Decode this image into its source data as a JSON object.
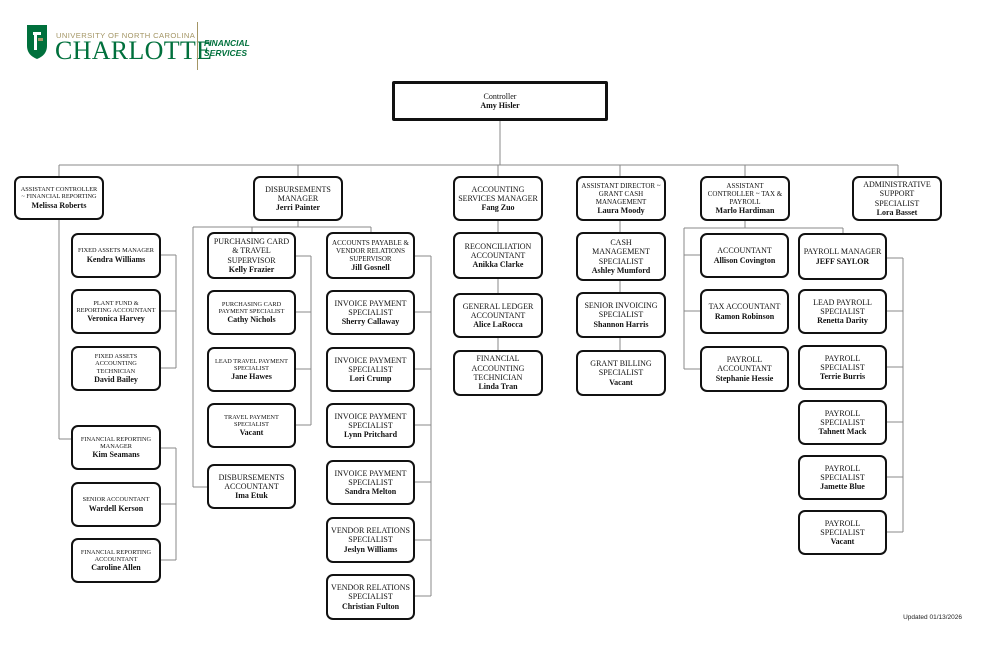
{
  "header": {
    "logo_line1": "UNIVERSITY OF NORTH CAROLINA",
    "logo_line2": "CHARLOTTE",
    "dept_line1": "FINANCIAL",
    "dept_line2": "SERVICES"
  },
  "footer": {
    "updated": "Updated 01/13/2026"
  },
  "boxes": {
    "controller": {
      "title": "Controller",
      "name": "Amy Hisler"
    },
    "ac_financial_reporting": {
      "title": "ASSISTANT CONTROLLER ~ FINANCIAL REPORTING",
      "name": "Melissa Roberts"
    },
    "fixed_assets_manager": {
      "title": "FIXED ASSETS MANAGER",
      "name": "Kendra Williams"
    },
    "plant_fund": {
      "title": "PLANT FUND & REPORTING ACCOUNTANT",
      "name": "Veronica Harvey"
    },
    "fixed_assets_tech": {
      "title": "FIXED ASSETS ACCOUNTING TECHNICIAN",
      "name": "David Bailey"
    },
    "fr_manager": {
      "title": "FINANCIAL REPORTING MANAGER",
      "name": "Kim Seamans"
    },
    "senior_accountant": {
      "title": "SENIOR ACCOUNTANT",
      "name": "Wardell Kerson"
    },
    "fr_accountant": {
      "title": "FINANCIAL REPORTING ACCOUNTANT",
      "name": "Caroline Allen"
    },
    "disbursements_manager": {
      "title": "DISBURSEMENTS MANAGER",
      "name": "Jerri Painter"
    },
    "pcard_travel_supervisor": {
      "title": "PURCHASING CARD & TRAVEL SUPERVISOR",
      "name": "Kelly Frazier"
    },
    "pcard_payment_specialist": {
      "title": "PURCHASING CARD PAYMENT SPECIALIST",
      "name": "Cathy Nichols"
    },
    "lead_travel_payment": {
      "title": "LEAD TRAVEL PAYMENT SPECIALIST",
      "name": "Jane Hawes"
    },
    "travel_payment": {
      "title": "TRAVEL PAYMENT SPECIALIST",
      "name": "Vacant"
    },
    "disbursements_accountant": {
      "title": "DISBURSEMENTS ACCOUNTANT",
      "name": "Ima Etuk"
    },
    "ap_vendor_supervisor": {
      "title": "ACCOUNTS PAYABLE & VENDOR RELATIONS SUPERVISOR",
      "name": "Jill Gosnell"
    },
    "invoice_1": {
      "title": "INVOICE PAYMENT SPECIALIST",
      "name": "Sherry Callaway"
    },
    "invoice_2": {
      "title": "INVOICE PAYMENT SPECIALIST",
      "name": "Lori Crump"
    },
    "invoice_3": {
      "title": "INVOICE PAYMENT SPECIALIST",
      "name": "Lynn Pritchard"
    },
    "invoice_4": {
      "title": "INVOICE PAYMENT SPECIALIST",
      "name": "Sandra Melton"
    },
    "vendor_1": {
      "title": "VENDOR RELATIONS SPECIALIST",
      "name": "Jeslyn Williams"
    },
    "vendor_2": {
      "title": "VENDOR RELATIONS SPECIALIST",
      "name": "Christian Fulton"
    },
    "accounting_services_manager": {
      "title": "ACCOUNTING SERVICES MANAGER",
      "name": "Fang Zuo"
    },
    "reconciliation_accountant": {
      "title": "RECONCILIATION ACCOUNTANT",
      "name": "Anikka Clarke"
    },
    "general_ledger_accountant": {
      "title": "GENERAL LEDGER ACCOUNTANT",
      "name": "Alice LaRocca"
    },
    "financial_accounting_tech": {
      "title": "FINANCIAL ACCOUNTING TECHNICIAN",
      "name": "Linda Tran"
    },
    "ad_grant_cash": {
      "title": "ASSISTANT DIRECTOR ~ GRANT CASH MANAGEMENT",
      "name": "Laura Moody"
    },
    "cash_management_specialist": {
      "title": "CASH MANAGEMENT SPECIALIST",
      "name": "Ashley Mumford"
    },
    "senior_invoicing_specialist": {
      "title": "SENIOR INVOICING SPECIALIST",
      "name": "Shannon Harris"
    },
    "grant_billing_specialist": {
      "title": "GRANT BILLING SPECIALIST",
      "name": "Vacant"
    },
    "ac_tax_payroll": {
      "title": "ASSISTANT CONTROLLER ~ TAX & PAYROLL",
      "name": "Marlo Hardiman"
    },
    "accountant": {
      "title": "ACCOUNTANT",
      "name": "Allison Covington"
    },
    "tax_accountant": {
      "title": "TAX ACCOUNTANT",
      "name": "Ramon Robinson"
    },
    "payroll_accountant": {
      "title": "PAYROLL ACCOUNTANT",
      "name": "Stephanie Hessie"
    },
    "payroll_manager": {
      "title": "PAYROLL MANAGER",
      "name": "JEFF SAYLOR"
    },
    "lead_payroll": {
      "title": "LEAD PAYROLL SPECIALIST",
      "name": "Renetta Darity"
    },
    "payroll_1": {
      "title": "PAYROLL SPECIALIST",
      "name": "Terrie Burris"
    },
    "payroll_2": {
      "title": "PAYROLL SPECIALIST",
      "name": "Tahnett Mack"
    },
    "payroll_3": {
      "title": "PAYROLL SPECIALIST",
      "name": "Jamette Blue"
    },
    "payroll_4": {
      "title": "PAYROLL SPECIALIST",
      "name": "Vacant"
    },
    "admin_support": {
      "title": "ADMINISTRATIVE SUPPORT SPECIALIST",
      "name": "Lora Basset"
    }
  }
}
